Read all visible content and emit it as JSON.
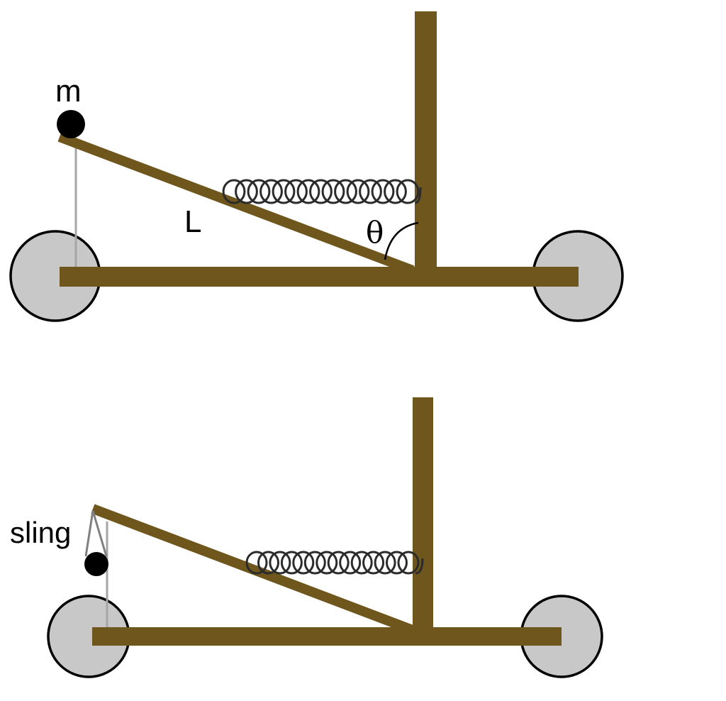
{
  "colors": {
    "wood": "#6e561c",
    "wheel_fill": "#c8c8c8",
    "wheel_stroke": "#000000",
    "string": "#a6a6a6",
    "sling": "#808080",
    "spring": "#2b2b2b",
    "mass": "#000000"
  },
  "top_diagram": {
    "mass_label": "m",
    "length_label": "L",
    "angle_label": "θ",
    "spring_coils": 15
  },
  "bottom_diagram": {
    "sling_label": "sling",
    "spring_coils": 14
  }
}
